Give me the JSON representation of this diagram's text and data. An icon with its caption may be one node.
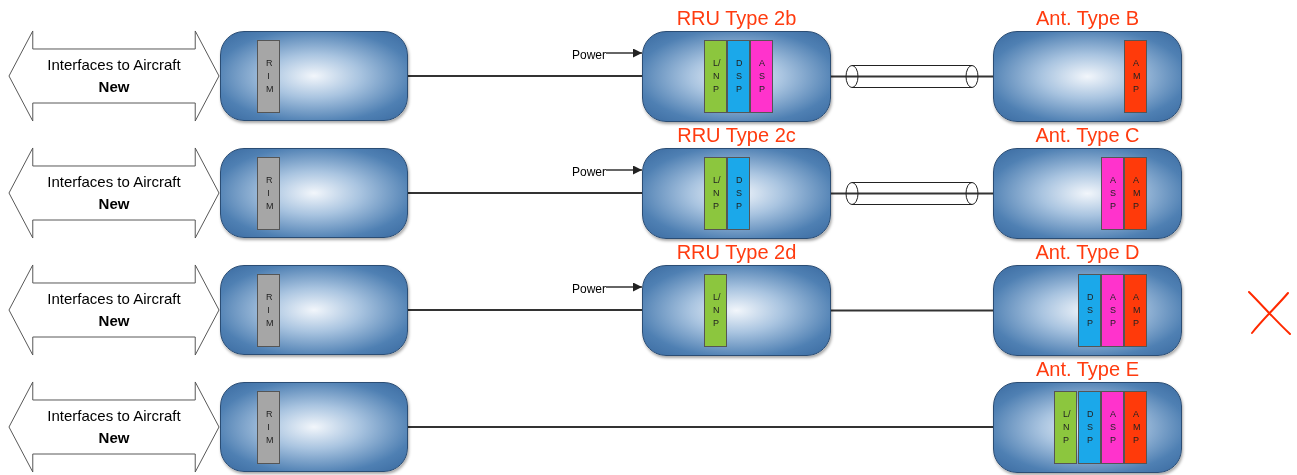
{
  "diagram": {
    "nodes": [
      {
        "text": [
          "Interfaces to Aircraft",
          "New"
        ]
      },
      {
        "text": [],
        "shape": "box"
      },
      {
        "text": [
          "RIM"
        ],
        "in": 1
      },
      {
        "text": [
          "Power"
        ]
      },
      {
        "text": [
          "RRU Type 2b"
        ]
      },
      {
        "text": [
          "L/NP"
        ],
        "in": 4
      },
      {
        "text": [
          "DSP"
        ],
        "in": 4
      },
      {
        "text": [
          "ASP"
        ],
        "in": 4
      },
      {
        "text": [
          "Ant. Type B"
        ]
      },
      {
        "text": [
          "AMP"
        ],
        "in": 8
      },
      {
        "text": [
          "Interfaces to Aircraft",
          "New"
        ]
      },
      {
        "text": [],
        "shape": "box"
      },
      {
        "text": [
          "RIM"
        ],
        "in": 11
      },
      {
        "text": [
          "Power"
        ]
      },
      {
        "text": [
          "RRU Type 2c"
        ]
      },
      {
        "text": [
          "L/NP"
        ],
        "in": 14
      },
      {
        "text": [
          "DSP"
        ],
        "in": 14
      },
      {
        "text": [
          "Ant. Type C"
        ]
      },
      {
        "text": [
          "ASP"
        ],
        "in": 17
      },
      {
        "text": [
          "AMP"
        ],
        "in": 17
      },
      {
        "text": [
          "Interfaces to Aircraft",
          "New"
        ]
      },
      {
        "text": [],
        "shape": "box"
      },
      {
        "text": [
          "RIM"
        ],
        "in": 21
      },
      {
        "text": [
          "Power"
        ]
      },
      {
        "text": [
          "RRU Type 2d"
        ]
      },
      {
        "text": [
          "L/NP"
        ],
        "in": 24
      },
      {
        "text": [
          "Ant. Type D"
        ]
      },
      {
        "text": [
          "DSP"
        ],
        "in": 26
      },
      {
        "text": [
          "ASP"
        ],
        "in": 26
      },
      {
        "text": [
          "AMP"
        ],
        "in": 26
      },
      {
        "text": [
          "Interfaces to Aircraft",
          "New"
        ]
      },
      {
        "text": [],
        "shape": "box"
      },
      {
        "text": [
          "RIM"
        ],
        "in": 31
      },
      {
        "text": [
          "Ant. Type E"
        ]
      },
      {
        "text": [
          "L/NP"
        ],
        "in": 33
      },
      {
        "text": [
          "DSP"
        ],
        "in": 33
      },
      {
        "text": [
          "ASP"
        ],
        "in": 33
      },
      {
        "text": [
          "AMP"
        ],
        "in": 33
      }
    ],
    "edges": [
      {
        "from": 3,
        "to": 4,
        "arrow": "to"
      },
      {
        "from": 1,
        "to": 4,
        "arrow": "none"
      },
      {
        "from": 4,
        "to": 8,
        "arrow": "none"
      },
      {
        "from": 13,
        "to": 14,
        "arrow": "to"
      },
      {
        "from": 11,
        "to": 14,
        "arrow": "none"
      },
      {
        "from": 14,
        "to": 17,
        "arrow": "none"
      },
      {
        "from": 23,
        "to": 24,
        "arrow": "to"
      },
      {
        "from": 21,
        "to": 24,
        "arrow": "none"
      },
      {
        "from": 24,
        "to": 26,
        "arrow": "none"
      },
      {
        "from": 31,
        "to": 33,
        "arrow": "none"
      }
    ]
  }
}
